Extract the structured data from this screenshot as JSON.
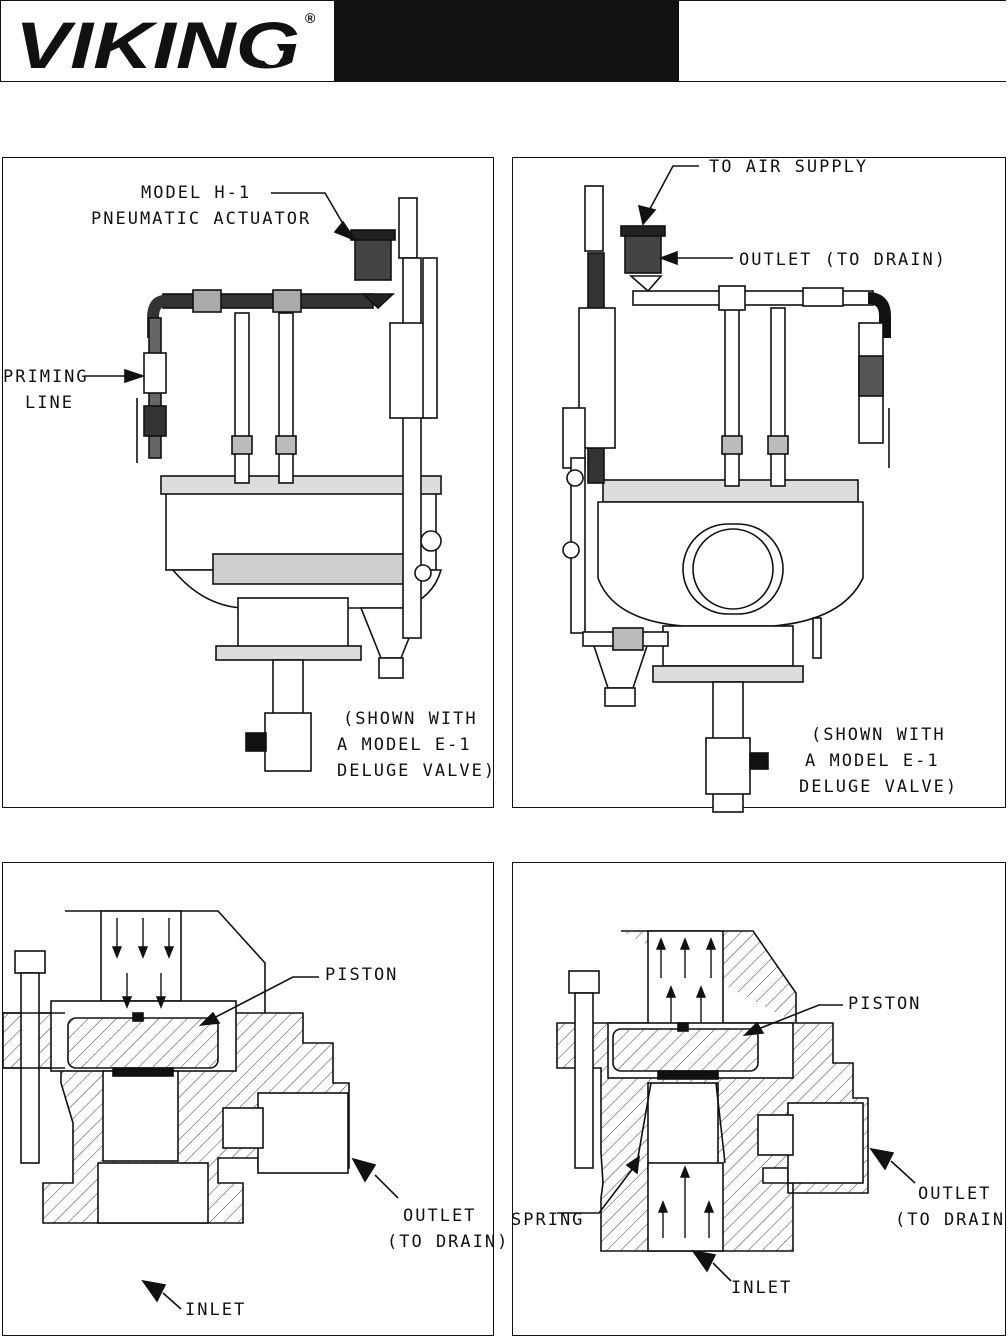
{
  "header": {
    "brand": "VIKING",
    "registered_mark": "®"
  },
  "figures": {
    "top_left": {
      "actuator_label_1": "MODEL H-1",
      "actuator_label_2": "PNEUMATIC ACTUATOR",
      "priming_label_1": "PRIMING",
      "priming_label_2": "LINE",
      "note_1": "(SHOWN WITH",
      "note_2": "A MODEL E-1",
      "note_3": "DELUGE VALVE)"
    },
    "top_right": {
      "air_supply": "TO AIR SUPPLY",
      "outlet": "OUTLET (TO DRAIN)",
      "note_1": "(SHOWN WITH",
      "note_2": "A MODEL E-1",
      "note_3": "DELUGE VALVE)"
    },
    "bottom_left": {
      "piston": "PISTON",
      "outlet_1": "OUTLET",
      "outlet_2": "(TO DRAIN)",
      "inlet": "INLET"
    },
    "bottom_right": {
      "piston": "PISTON",
      "spring": "SPRING",
      "outlet_1": "OUTLET",
      "outlet_2": "(TO DRAIN)",
      "inlet": "INLET"
    }
  }
}
